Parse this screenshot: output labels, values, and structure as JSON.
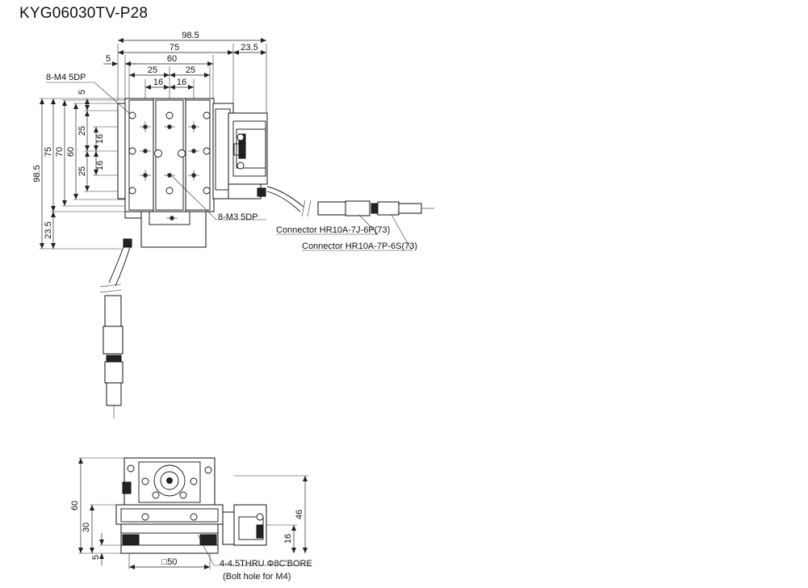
{
  "title": "KYG06030TV-P28",
  "top_view": {
    "dims_top": {
      "overall": "98.5",
      "body": "75",
      "motor": "23.5",
      "offset": "5",
      "table": "60",
      "pitch_left": "25",
      "pitch_right": "25",
      "hole_left": "16",
      "hole_right": "16"
    },
    "dims_left": {
      "overall": "98.5",
      "body": "75",
      "rail": "70",
      "table": "60",
      "offset": "5",
      "pitch_top": "25",
      "pitch_bottom": "25",
      "hole_top": "16",
      "hole_bottom": "16",
      "motor": "23.5"
    },
    "callouts": {
      "m4": "8-M4 5DP",
      "m3": "8-M3 5DP",
      "connector_1": "Connector HR10A-7J-6P(73)",
      "connector_2": "Connector HR10A-7P-6S(73)"
    }
  },
  "side_view": {
    "dims_left": {
      "overall": "60",
      "base": "30",
      "offset": "5"
    },
    "dims_right": {
      "height": "46",
      "axis": "16"
    },
    "dim_bottom": "□50",
    "callouts": {
      "bolt": "4-4.5THRU Φ8C'BORE",
      "bolt_note": "(Bolt hole for M4)"
    }
  }
}
